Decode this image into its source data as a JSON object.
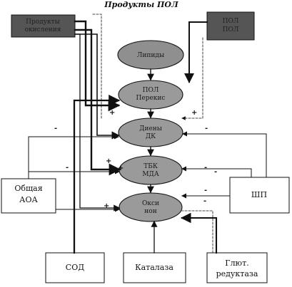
{
  "title": "Продукты ПОЛ",
  "colors": {
    "oval_fill": "#9a9a9a",
    "top_oval_fill": "#8f8f8f",
    "dark_box_fill": "#555555",
    "line": "#111111"
  },
  "top_boxes": {
    "left": {
      "line1": "Продукты",
      "line2": "окисления"
    },
    "right": {
      "line1": "ПОЛ",
      "line2": "ПОЛ"
    }
  },
  "ovals": [
    {
      "line1": "Липиды",
      "line2": ""
    },
    {
      "line1": "ПОЛ",
      "line2": "Перекис"
    },
    {
      "line1": "Диены",
      "line2": "ДК"
    },
    {
      "line1": "ТБК",
      "line2": "МДА"
    },
    {
      "line1": "Окси",
      "line2": "нон"
    }
  ],
  "side_boxes": {
    "left": {
      "line1": "Общая",
      "line2": "АОА"
    },
    "right": {
      "line1": "ШП"
    }
  },
  "bottom_boxes": [
    {
      "line1": "СОД",
      "line2": ""
    },
    {
      "line1": "Каталаза",
      "line2": ""
    },
    {
      "line1": "Глют.",
      "line2": "редуктаза"
    }
  ],
  "signs": {
    "plus": "+",
    "minus": "-"
  }
}
